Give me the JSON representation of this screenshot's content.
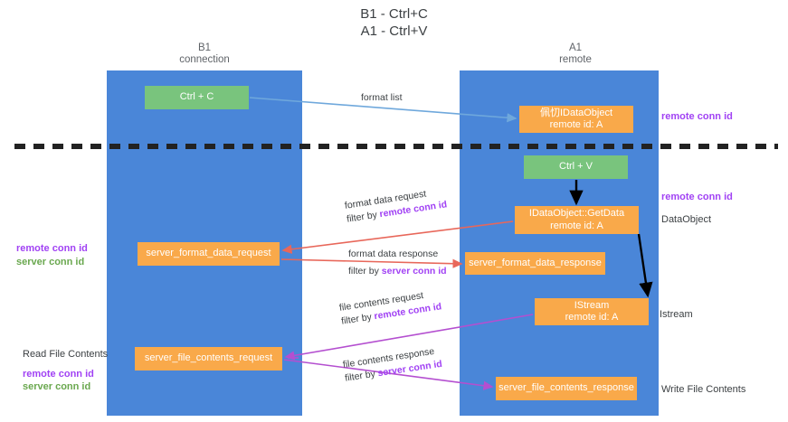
{
  "title": {
    "line1": "B1 - Ctrl+C",
    "line2": "A1 - Ctrl+V"
  },
  "lanes": [
    {
      "name": "B1",
      "sub": "connection",
      "color": "#4a86d8"
    },
    {
      "name": "A1",
      "sub": "remote",
      "color": "#4a86d8"
    }
  ],
  "nodes": {
    "ctrl_c": {
      "label": "Ctrl + C",
      "color": "#79c47d"
    },
    "idataobject": {
      "line1": "佩忉IDataObject",
      "line2": "remote id: A",
      "color": "#f9a94a"
    },
    "ctrl_v": {
      "label": "Ctrl + V",
      "color": "#79c47d"
    },
    "getdata": {
      "line1": "IDataObject::GetData",
      "line2": "remote id: A",
      "color": "#f9a94a"
    },
    "server_format_data_request": {
      "label": "server_format_data_request",
      "color": "#f9a94a"
    },
    "server_format_data_response": {
      "label": "server_format_data_response",
      "color": "#f9a94a"
    },
    "istream": {
      "line1": "IStream",
      "line2": "remote id: A",
      "color": "#f9a94a"
    },
    "server_file_contents_request": {
      "label": "server_file_contents_request",
      "color": "#f9a94a"
    },
    "server_file_contents_response": {
      "label": "server_file_contents_response",
      "color": "#f9a94a"
    }
  },
  "edge_labels": {
    "format_list": "format list",
    "format_data_request": "format data request",
    "format_data_request_filter_prefix": "filter by ",
    "format_data_request_filter_key": "remote conn id",
    "format_data_response": "format data response",
    "format_data_response_filter_prefix": "filter by ",
    "format_data_response_filter_key": "server conn id",
    "file_contents_request": "file contents request",
    "file_contents_request_filter_prefix": "filter by ",
    "file_contents_request_filter_key": "remote conn id",
    "file_contents_response": "file contents response",
    "file_contents_response_filter_prefix": "filter by ",
    "file_contents_response_filter_key": "server conn id"
  },
  "annotations": {
    "left_remote_conn_id": "remote conn id",
    "left_server_conn_id": "server conn id",
    "read_file_contents": "Read File Contents",
    "read_remote_conn_id": "remote conn id",
    "read_server_conn_id": "server conn id",
    "right_remote_conn_id_top": "remote conn id",
    "right_remote_conn_id_mid": "remote conn id",
    "right_dataobject": "DataObject",
    "right_istream": "Istream",
    "right_write_file_contents": "Write File Contents"
  },
  "colors": {
    "lane": "#4a86d8",
    "orange": "#f9a94a",
    "green": "#79c47d",
    "purple_key": "#a142f4",
    "green_key": "#6aa84f",
    "arrow_blue": "#6fa8dc",
    "arrow_red": "#e8675a",
    "arrow_magenta": "#b44fd0",
    "arrow_black": "#000000",
    "divider": "#222222"
  }
}
